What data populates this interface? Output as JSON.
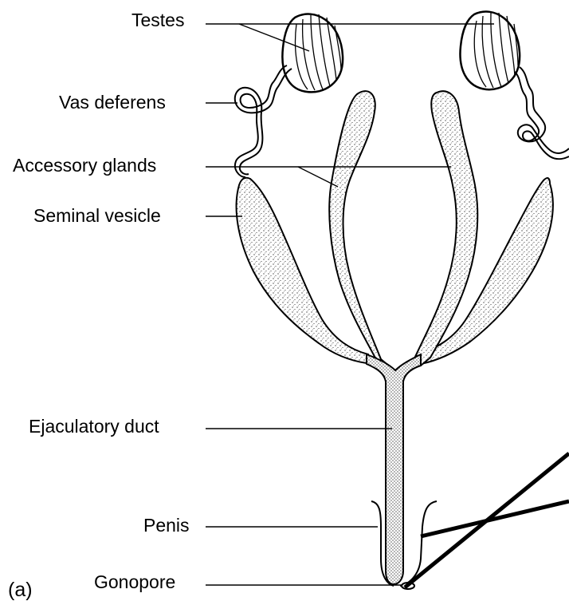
{
  "figure": {
    "panel_label": "(a)",
    "labels": {
      "testes": "Testes",
      "vas_deferens": "Vas deferens",
      "accessory_glands": "Accessory glands",
      "seminal_vesicle": "Seminal vesicle",
      "ejaculatory_duct": "Ejaculatory duct",
      "penis": "Penis",
      "gonopore": "Gonopore"
    }
  },
  "colors": {
    "ink": "#000000",
    "background": "#ffffff"
  }
}
